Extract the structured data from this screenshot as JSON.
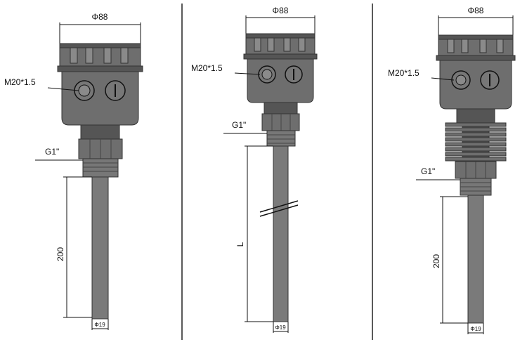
{
  "diagram": {
    "panels": [
      {
        "variant": "rod-200",
        "diameter_label": "Φ88",
        "thread_label": "M20*1.5",
        "fitting_label": "G1\"",
        "length_label": "200",
        "rod_diameter_label": "Φ19"
      },
      {
        "variant": "rod-L",
        "diameter_label": "Φ88",
        "thread_label": "M20*1.5",
        "fitting_label": "G1\"",
        "length_label": "L",
        "rod_diameter_label": "Φ19"
      },
      {
        "variant": "rod-200-finned",
        "diameter_label": "Φ88",
        "thread_label": "M20*1.5",
        "fitting_label": "G1\"",
        "length_label": "200",
        "rod_diameter_label": "Φ19"
      }
    ],
    "colors": {
      "housing": "#6e6e6e",
      "housing_dark": "#4a4a4a",
      "housing_light": "#8a8a8a",
      "rod": "#7a7a7a",
      "line": "#111111"
    }
  }
}
